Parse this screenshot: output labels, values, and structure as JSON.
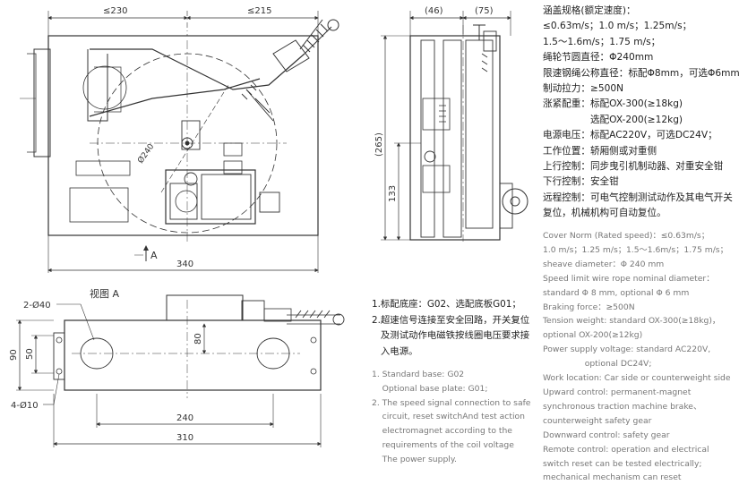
{
  "drawing": {
    "front": {
      "dim_left_width": "≤230",
      "dim_right_width": "≤215",
      "dim_total_width": "340",
      "dim_sheave": "Ø240",
      "view_arrow_label": "A"
    },
    "side": {
      "dim_top_a": "(46)",
      "dim_top_b": "(75)",
      "dim_height": "(265)",
      "dim_lower": "133"
    },
    "view_a": {
      "title": "视图 A",
      "dim_hole_big": "2-Ø40",
      "dim_hole_small": "4-Ø10",
      "dim_h90": "90",
      "dim_h50": "50",
      "dim_v80": "80",
      "dim_240": "240",
      "dim_310": "310"
    }
  },
  "specs_cn": [
    "涵盖规格(额定速度)：",
    "≤0.63m/s；1.0 m/s；1.25m/s；",
    "1.5～1.6m/s；1.75 m/s；",
    "绳轮节圆直径：Φ240mm",
    "限速钢绳公称直径：标配Φ8mm，可选Φ6mm",
    "制动拉力：≥500N",
    "涨紧配重：标配OX-300(≥18kg)",
    "　　　　　选配OX-200(≥12kg)",
    "电源电压：标配AC220V，可选DC24V；",
    "工作位置：轿厢侧或对重侧",
    "上行控制：同步曳引机制动器、对重安全钳",
    "下行控制：安全钳",
    "远程控制：可电气控制测试动作及其电气开关",
    "复位，机械机构可自动复位。"
  ],
  "specs_en": [
    "Cover Norm (Rated speed)：≤0.63m/s；",
    "1.0 m/s；1.25 m/s；1.5～1.6m/s；1.75 m/s；",
    " sheave diameter：Φ 240 mm",
    "Speed limit wire rope nominal diameter：",
    "standard Φ 8 mm, optional Φ 6 mm",
    "Braking force：≥500N",
    "Tension weight: standard  OX-300(≥18kg)，",
    "optional  OX-200(≥12kg)",
    "Power supply voltage: standard AC220V,",
    "                optional DC24V;",
    "Work location: Car side or counterweight side",
    "Upward control: permanent-magnet",
    "synchronous traction machine brake、",
    "counterweight safety gear",
    "Downward control: safety gear",
    "Remote control: operation and electrical",
    "switch reset can be tested electrically;",
    "mechanical mechanism can reset"
  ],
  "notes_cn": [
    "1.标配底座：G02、选配底板G01；",
    "2.超速信号连接至安全回路，开关复位",
    "   及测试动作电磁铁按线圈电压要求接",
    "   入电源。"
  ],
  "notes_en": [
    "1. Standard base: G02",
    "    Optional base plate: G01;",
    "2. The speed signal connection to safe",
    "    circuit, reset switchAnd test action",
    "    electromagnet according to the",
    "    requirements of the coil voltage",
    "    The power supply."
  ]
}
